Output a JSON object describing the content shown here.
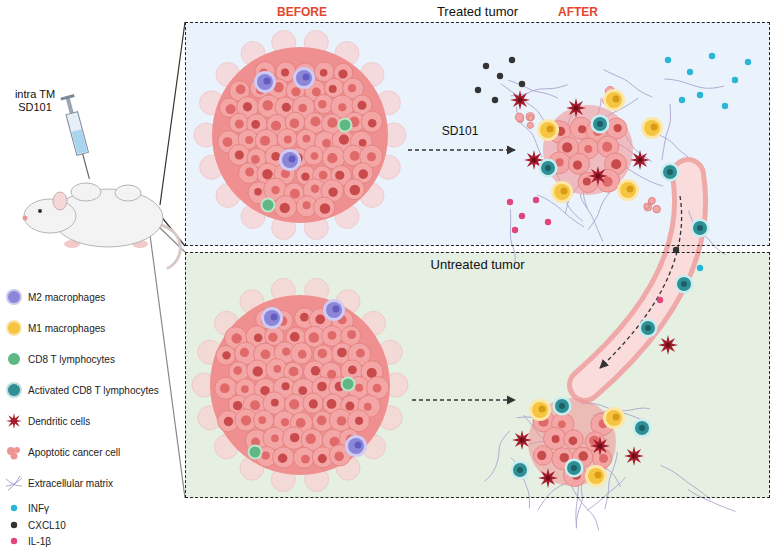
{
  "diagram": {
    "nodes": [
      {
        "text": [
          "Treated tumor"
        ]
      },
      {
        "text": [
          "Untreated tumor"
        ]
      }
    ],
    "labels": [
      "BEFORE",
      "AFTER",
      "intra TM SD101",
      "SD101"
    ],
    "legend": [
      {
        "text": "M2 macrophages",
        "color": "#8c86d9"
      },
      {
        "text": "M1 macrophages",
        "color": "#f5c542"
      },
      {
        "text": "CD8 T lymphocytes",
        "color": "#5fb884"
      },
      {
        "text": "Activated  CD8 T lymphocytes",
        "color": "#2f8f95"
      },
      {
        "text": "Dendritic cells",
        "color": "#a51d2d"
      },
      {
        "text": "Apoptotic cancer cell",
        "color": "#f09393"
      },
      {
        "text": "Extracellular matrix",
        "color": "#a9a4cf"
      },
      {
        "text": "INFγ",
        "color": "#2bb5d8"
      },
      {
        "text": "CXCL10",
        "color": "#333333"
      },
      {
        "text": "IL-1β",
        "color": "#e0457b"
      }
    ]
  }
}
